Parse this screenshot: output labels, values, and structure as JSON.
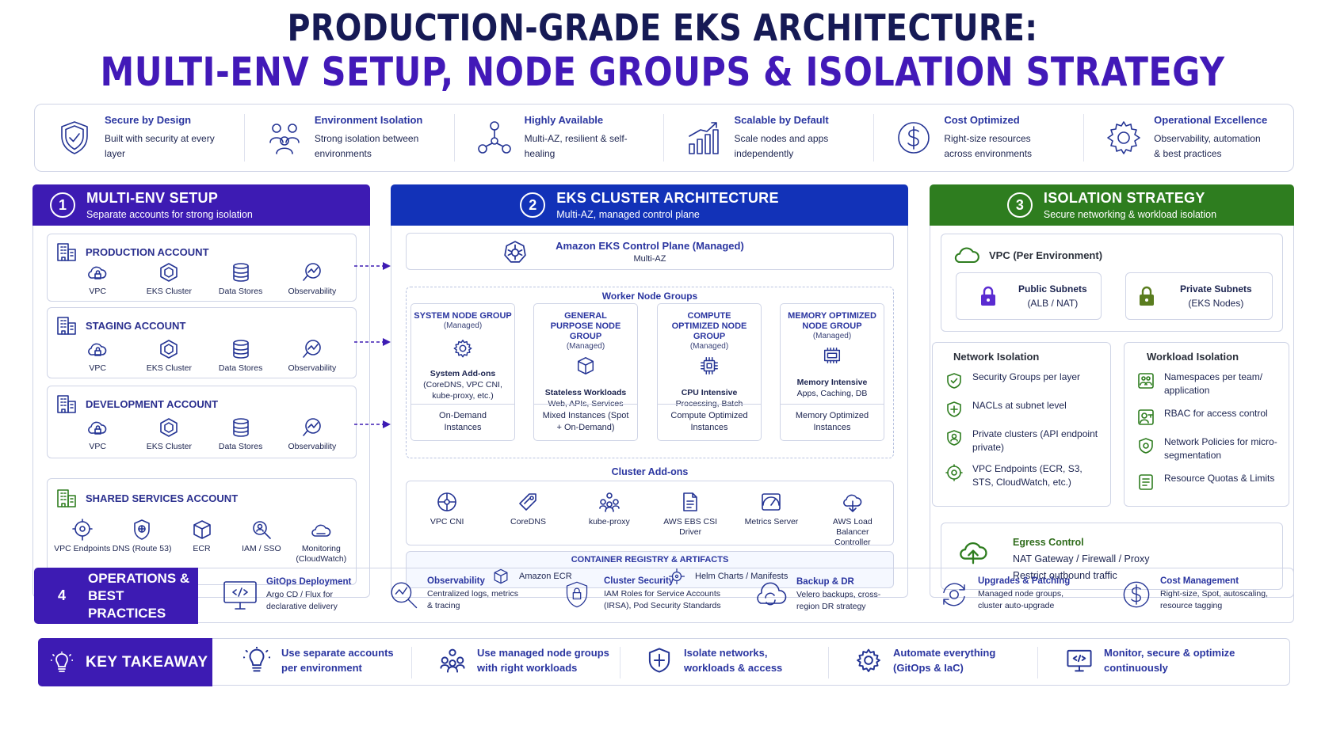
{
  "title": {
    "line1": "PRODUCTION-GRADE EKS ARCHITECTURE:",
    "line2": "MULTI-ENV SETUP, NODE GROUPS & ISOLATION STRATEGY"
  },
  "principles": [
    {
      "icon": "shield-check-icon",
      "title": "Secure by Design",
      "desc": "Built with security at every layer"
    },
    {
      "icon": "people-icon",
      "title": "Environment Isolation",
      "desc": "Strong isolation between environments"
    },
    {
      "icon": "network-nodes-icon",
      "title": "Highly Available",
      "desc": "Multi-AZ, resilient & self-healing"
    },
    {
      "icon": "growth-chart-icon",
      "title": "Scalable by Default",
      "desc": "Scale nodes and apps independently"
    },
    {
      "icon": "dollar-icon",
      "title": "Cost Optimized",
      "desc": "Right-size resources across environments"
    },
    {
      "icon": "gear-icon",
      "title": "Operational Excellence",
      "desc": "Observability, automation & best practices"
    }
  ],
  "section1": {
    "number": "1",
    "title": "MULTI-ENV SETUP",
    "subtitle": "Separate accounts for strong isolation",
    "accounts": [
      {
        "name": "PRODUCTION ACCOUNT",
        "items": [
          "VPC",
          "EKS Cluster",
          "Data Stores",
          "Observability"
        ]
      },
      {
        "name": "STAGING ACCOUNT",
        "items": [
          "VPC",
          "EKS Cluster",
          "Data Stores",
          "Observability"
        ]
      },
      {
        "name": "DEVELOPMENT ACCOUNT",
        "items": [
          "VPC",
          "EKS Cluster",
          "Data Stores",
          "Observability"
        ]
      }
    ],
    "shared": {
      "name": "SHARED SERVICES ACCOUNT",
      "items": [
        "VPC Endpoints",
        "DNS (Route 53)",
        "ECR",
        "IAM / SSO",
        "Monitoring (CloudWatch)"
      ]
    }
  },
  "section2": {
    "number": "2",
    "title": "EKS CLUSTER ARCHITECTURE",
    "subtitle": "Multi-AZ, managed control plane",
    "control_plane": {
      "title": "Amazon EKS Control Plane (Managed)",
      "sub": "Multi-AZ"
    },
    "worker_title": "Worker Node Groups",
    "node_groups": [
      {
        "title": "SYSTEM NODE GROUP",
        "managed": "(Managed)",
        "icon": "gear-icon",
        "w1": "System Add-ons",
        "w2": "(CoreDNS, VPC CNI, kube-proxy, etc.)",
        "bottom": "On-Demand Instances"
      },
      {
        "title": "GENERAL PURPOSE NODE GROUP",
        "managed": "(Managed)",
        "icon": "cube-icon",
        "w1": "Stateless Workloads",
        "w2": "Web, APIs, Services",
        "bottom": "Mixed Instances (Spot + On-Demand)"
      },
      {
        "title": "COMPUTE OPTIMIZED NODE GROUP",
        "managed": "(Managed)",
        "icon": "cpu-icon",
        "w1": "CPU Intensive",
        "w2": "Processing, Batch",
        "bottom": "Compute Optimized Instances"
      },
      {
        "title": "MEMORY OPTIMIZED NODE GROUP",
        "managed": "(Managed)",
        "icon": "memory-icon",
        "w1": "Memory Intensive",
        "w2": "Apps, Caching, DB",
        "bottom": "Memory Optimized Instances"
      }
    ],
    "addons_title": "Cluster Add-ons",
    "addons": [
      "VPC CNI",
      "CoreDNS",
      "kube-proxy",
      "AWS EBS CSI Driver",
      "Metrics Server",
      "AWS Load Balancer Controller"
    ],
    "registry": {
      "title": "CONTAINER REGISTRY & ARTIFACTS",
      "item1": "Amazon ECR",
      "item2": "Helm Charts / Manifests"
    }
  },
  "section3": {
    "number": "3",
    "title": "ISOLATION STRATEGY",
    "subtitle": "Secure networking & workload isolation",
    "vpc": {
      "title": "VPC (Per Environment)",
      "public": {
        "title": "Public Subnets",
        "sub": "(ALB / NAT)"
      },
      "private": {
        "title": "Private Subnets",
        "sub": "(EKS Nodes)"
      }
    },
    "network": {
      "title": "Network Isolation",
      "items": [
        "Security Groups per layer",
        "NACLs at subnet level",
        "Private clusters (API endpoint private)",
        "VPC Endpoints (ECR, S3, STS, CloudWatch, etc.)"
      ]
    },
    "workload": {
      "title": "Workload Isolation",
      "items": [
        "Namespaces per team/ application",
        "RBAC for access control",
        "Network Policies for micro-segmentation",
        "Resource Quotas & Limits"
      ]
    },
    "egress": {
      "title": "Egress Control",
      "line1": "NAT Gateway / Firewall / Proxy",
      "line2": "Restrict outbound traffic"
    }
  },
  "operations": {
    "number": "4",
    "title": "OPERATIONS & BEST PRACTICES",
    "items": [
      {
        "title": "GitOps Deployment",
        "desc": "Argo CD / Flux for declarative delivery"
      },
      {
        "title": "Observability",
        "desc": "Centralized logs, metrics & tracing"
      },
      {
        "title": "Cluster Security",
        "desc": "IAM Roles for Service Accounts (IRSA), Pod Security Standards"
      },
      {
        "title": "Backup & DR",
        "desc": "Velero backups, cross-region DR strategy"
      },
      {
        "title": "Upgrades & Patching",
        "desc": "Managed node groups, cluster auto-upgrade"
      },
      {
        "title": "Cost Management",
        "desc": "Right-size, Spot, autoscaling, resource tagging"
      }
    ]
  },
  "takeaway": {
    "title": "KEY TAKEAWAY",
    "items": [
      "Use separate accounts per environment",
      "Use managed node groups with right workloads",
      "Isolate networks, workloads & access",
      "Automate everything (GitOps & IaC)",
      "Monitor, secure & optimize continuously"
    ]
  },
  "colors": {
    "primary": "#3d1bb3",
    "blue": "#1232b8",
    "green": "#2e7d1f",
    "text": "#1a2350"
  }
}
